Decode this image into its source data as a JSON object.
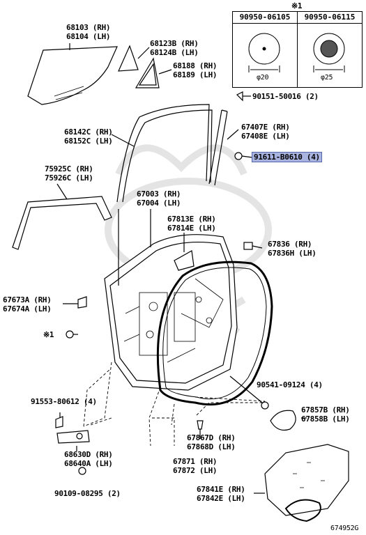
{
  "diagram_id": "674952G",
  "note_symbol": "※1",
  "note_table": {
    "cols": [
      {
        "part": "90950-06105",
        "dim": "φ20"
      },
      {
        "part": "90950-06115",
        "dim": "φ25"
      }
    ]
  },
  "parts": [
    {
      "id": "p68103",
      "lines": [
        "68103 (RH)",
        "68104 (LH)"
      ]
    },
    {
      "id": "p68123",
      "lines": [
        "68123B (RH)",
        "68124B (LH)"
      ]
    },
    {
      "id": "p68188",
      "lines": [
        "68188 (RH)",
        "68189 (LH)"
      ]
    },
    {
      "id": "p90151",
      "lines": [
        "90151-50016 (2)"
      ]
    },
    {
      "id": "p67407",
      "lines": [
        "67407E (RH)",
        "67408E (LH)"
      ]
    },
    {
      "id": "p68142",
      "lines": [
        "68142C (RH)",
        "68152C (LH)"
      ]
    },
    {
      "id": "p91611",
      "lines": [
        "91611-B0610 (4)"
      ]
    },
    {
      "id": "p75925",
      "lines": [
        "75925C (RH)",
        "75926C (LH)"
      ]
    },
    {
      "id": "p67003",
      "lines": [
        "67003 (RH)",
        "67004 (LH)"
      ]
    },
    {
      "id": "p67813",
      "lines": [
        "67813E (RH)",
        "67814E (LH)"
      ]
    },
    {
      "id": "p67836",
      "lines": [
        "67836 (RH)",
        "67836H (LH)"
      ]
    },
    {
      "id": "p67673",
      "lines": [
        "67673A (RH)",
        "67674A (LH)"
      ]
    },
    {
      "id": "p90541",
      "lines": [
        "90541-09124 (4)"
      ]
    },
    {
      "id": "p91553",
      "lines": [
        "91553-80612 (4)"
      ]
    },
    {
      "id": "p67857",
      "lines": [
        "67857B (RH)",
        "67858B (LH)"
      ]
    },
    {
      "id": "p68630",
      "lines": [
        "68630D (RH)",
        "68640A (LH)"
      ]
    },
    {
      "id": "p67867",
      "lines": [
        "67867D (RH)",
        "67868D (LH)"
      ]
    },
    {
      "id": "p67871",
      "lines": [
        "67871 (RH)",
        "67872 (LH)"
      ]
    },
    {
      "id": "p90109",
      "lines": [
        "90109-08295 (2)"
      ]
    },
    {
      "id": "p67841",
      "lines": [
        "67841E (RH)",
        "67842E (LH)"
      ]
    }
  ],
  "colors": {
    "line": "#000000",
    "highlight": "#a9b3e0",
    "watermark": "#d9d9d9"
  }
}
